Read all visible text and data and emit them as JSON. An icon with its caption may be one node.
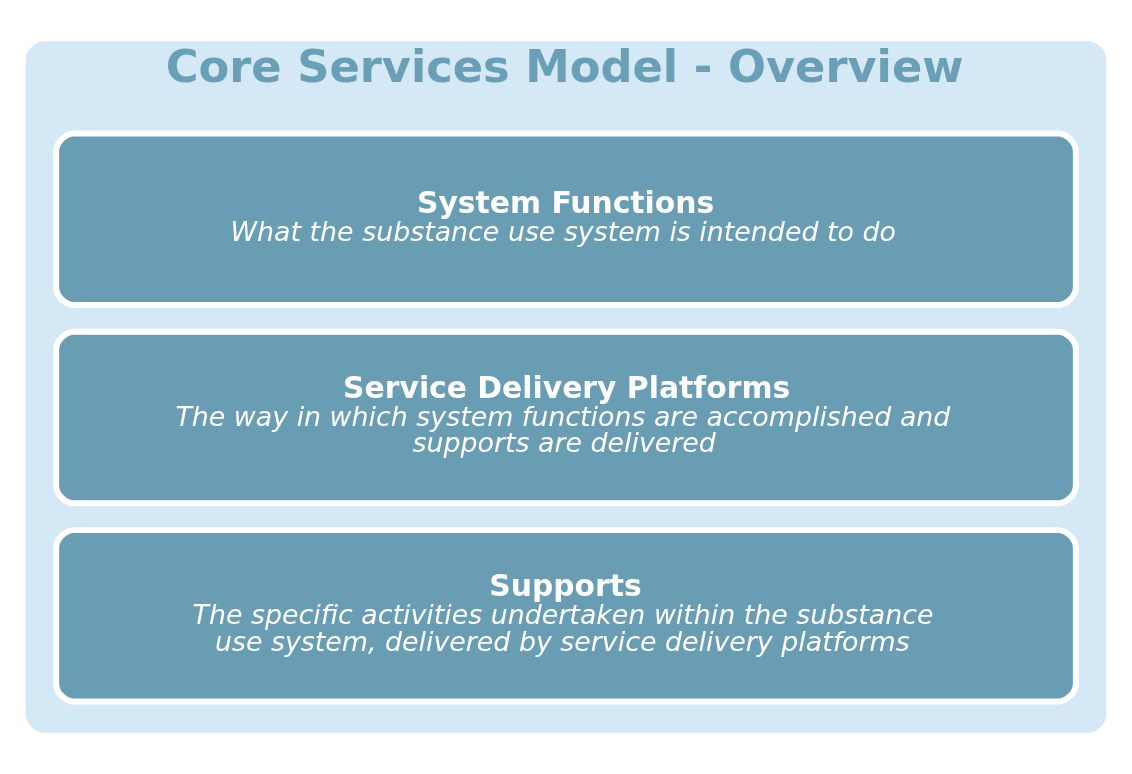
{
  "diagram": {
    "nodes": [
      {
        "text": [
          "Core Services Model - Overview"
        ]
      },
      {
        "text": [
          "System Functions",
          "What the substance use system is intended to do"
        ],
        "in": 0
      },
      {
        "text": [
          "Service Delivery Platforms",
          "The way in which system functions are accomplished and supports are delivered"
        ],
        "in": 0
      },
      {
        "text": [
          "Supports",
          "The specific activities undertaken within the substance use system, delivered by service delivery platforms"
        ],
        "in": 0
      }
    ]
  }
}
